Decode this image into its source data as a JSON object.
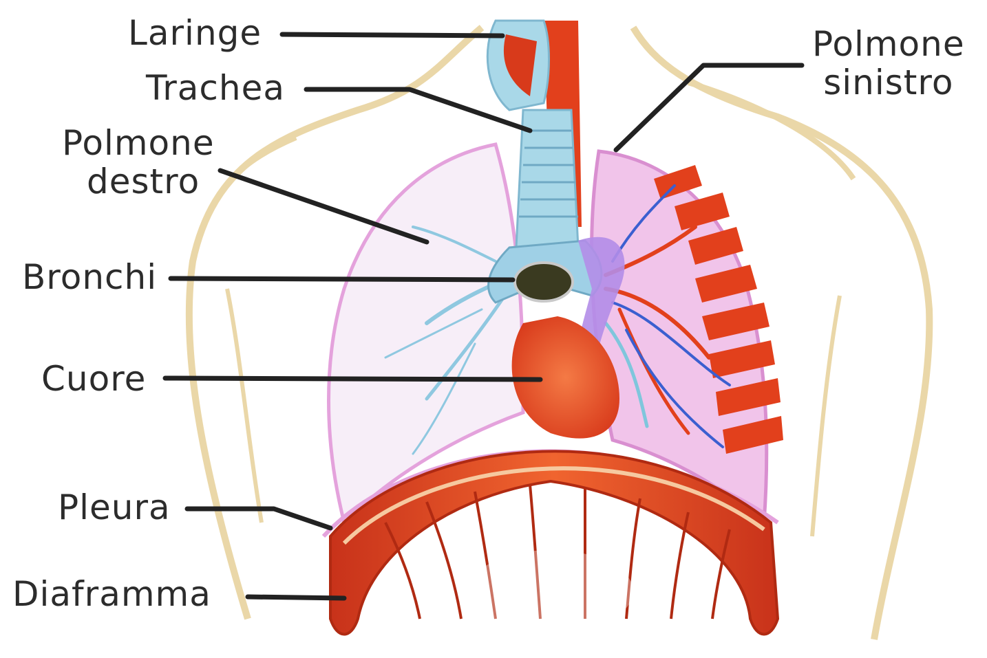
{
  "labels": {
    "laringe": "Laringe",
    "trachea": "Trachea",
    "polmone_destro_1": "Polmone",
    "polmone_destro_2": "destro",
    "bronchi": "Bronchi",
    "cuore": "Cuore",
    "pleura": "Pleura",
    "diaframma": "Diaframma",
    "polmone_sinistro_1": "Polmone",
    "polmone_sinistro_2": "sinistro"
  },
  "colors": {
    "leader_line": "#222222",
    "muscle_red": "#e2401c",
    "lung_pink": "#f1c4ea",
    "airway_blue": "#a9d8e8",
    "skin_outline": "#ead7a8"
  }
}
